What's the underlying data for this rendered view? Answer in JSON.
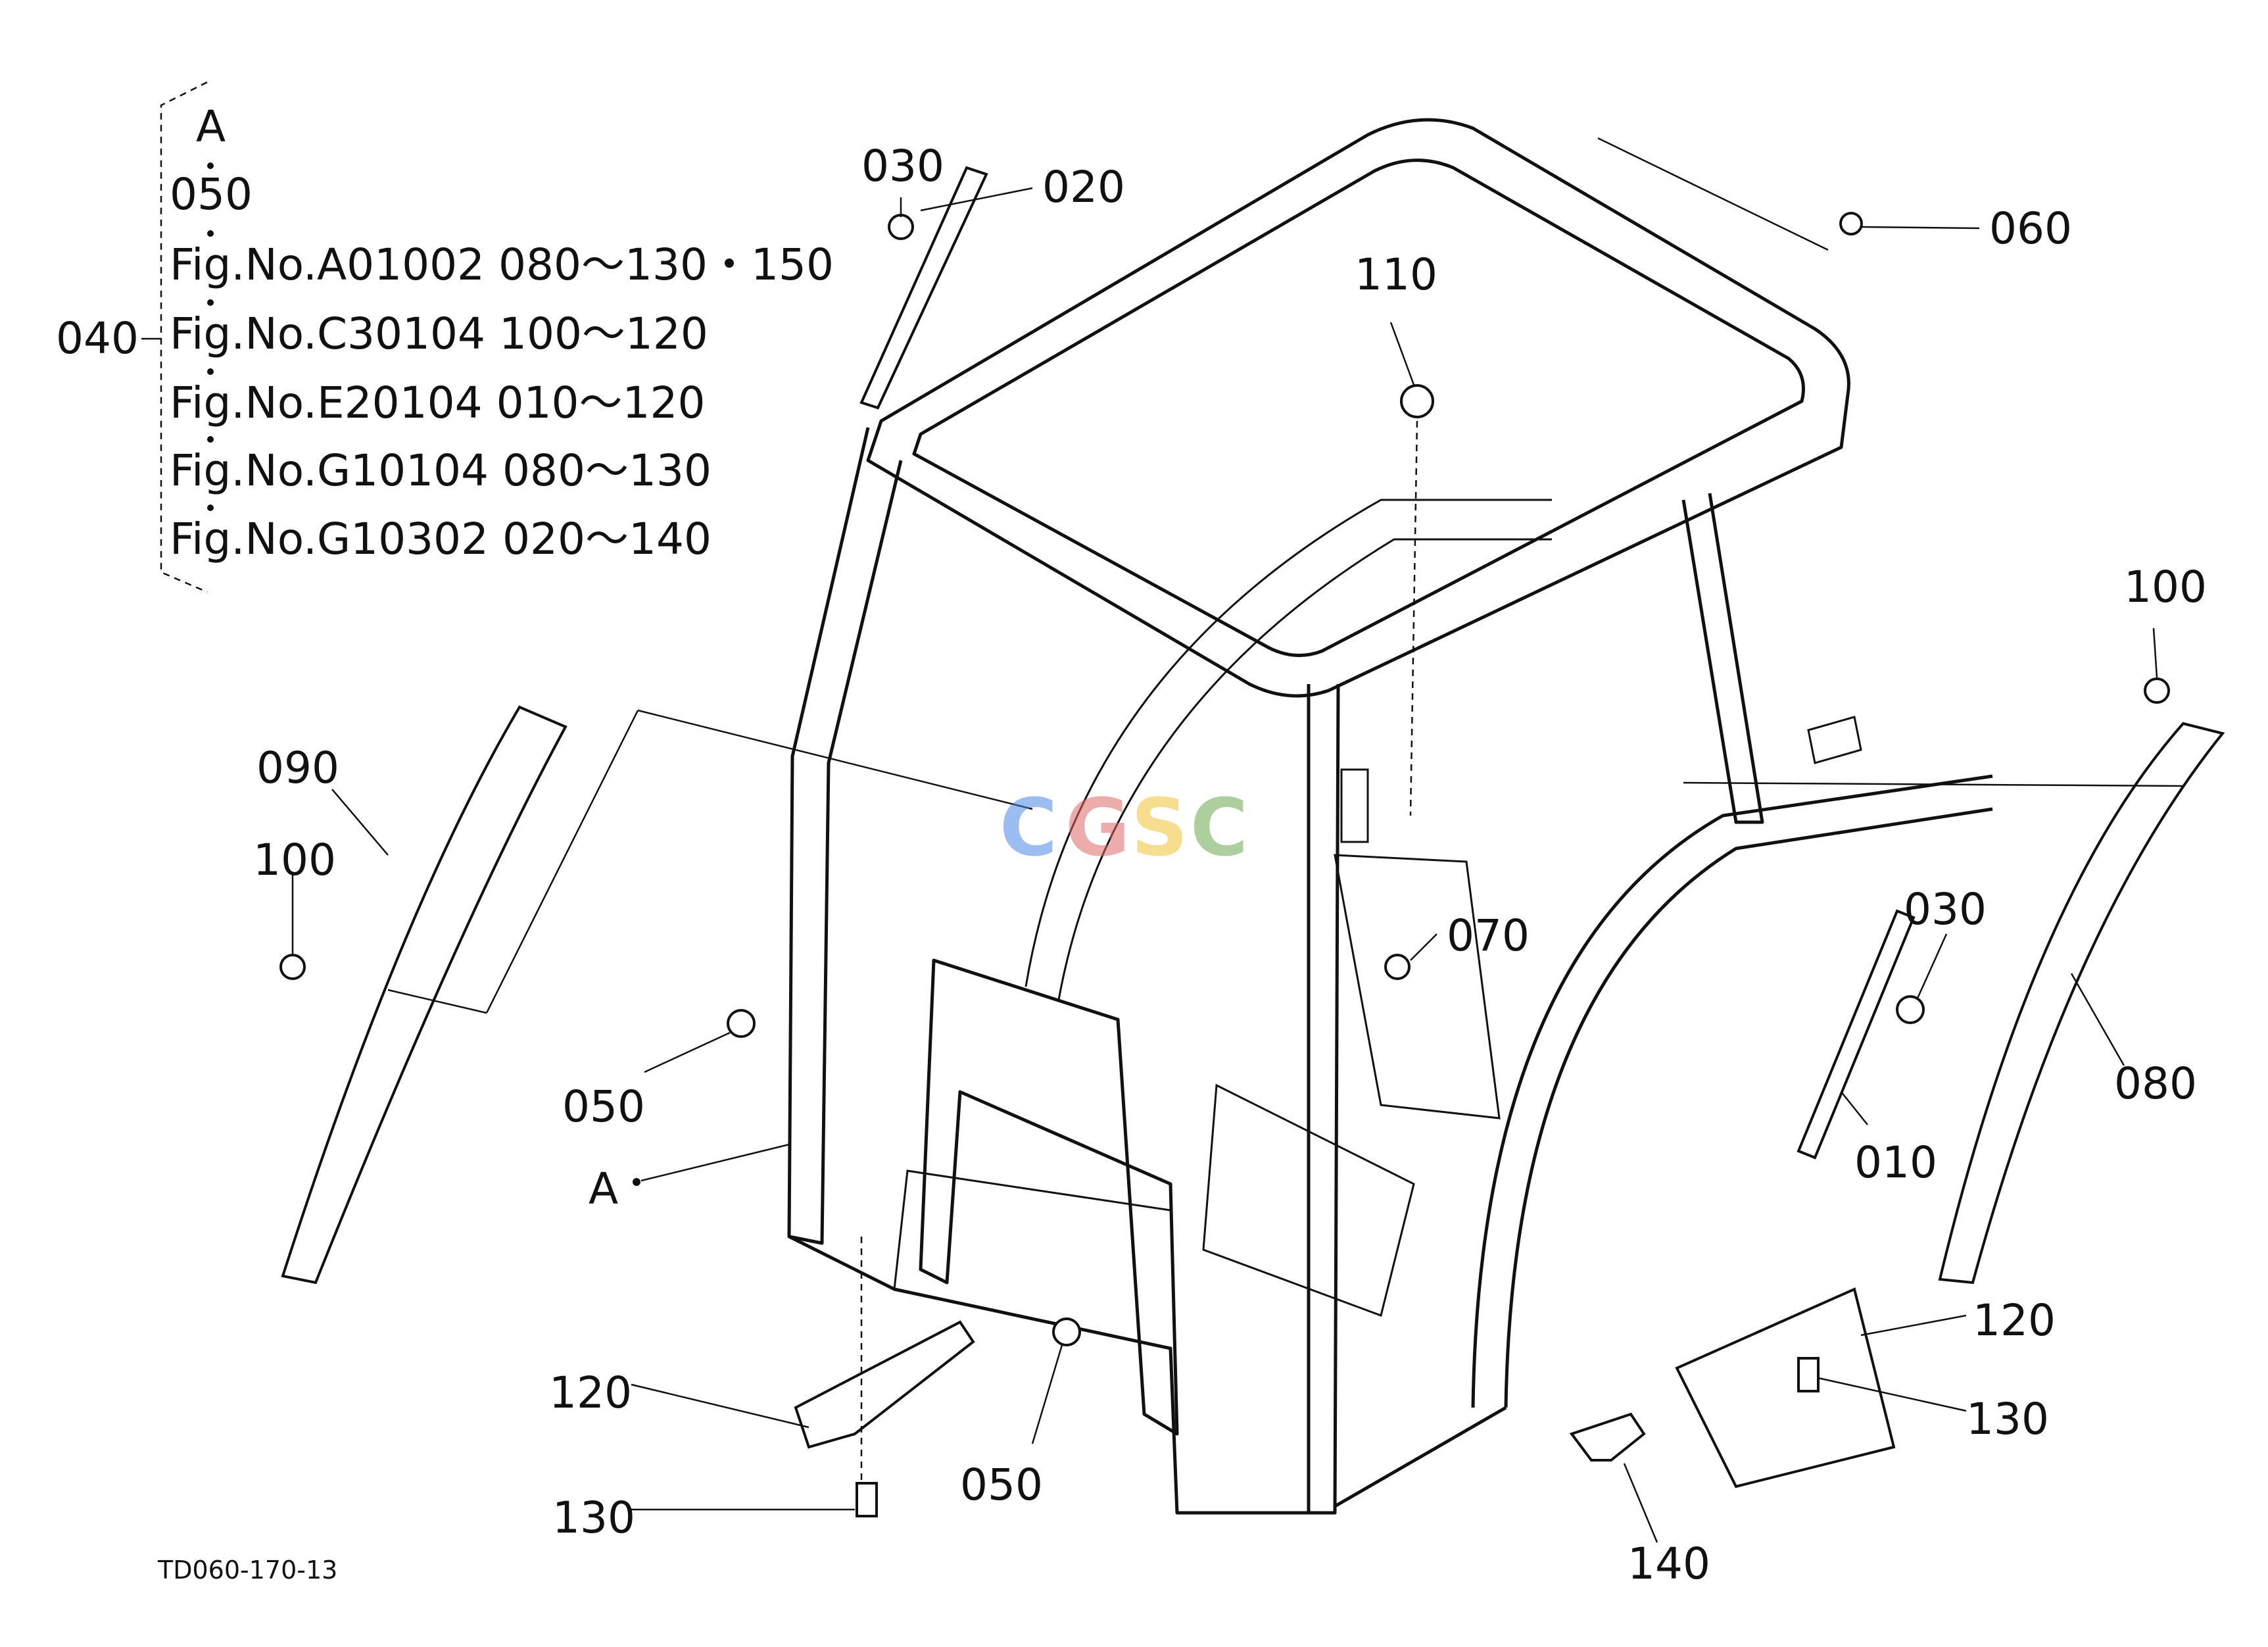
{
  "reference_block": {
    "group_label": "040",
    "lines": [
      "A",
      "050",
      "Fig.No.A01002  080～130・150",
      "Fig.No.C30104  100～120",
      "Fig.No.E20104  010～120",
      "Fig.No.G10104  080～130",
      "Fig.No.G10302  020～140"
    ]
  },
  "callouts": [
    {
      "id": "c010",
      "text": "010"
    },
    {
      "id": "c020",
      "text": "020"
    },
    {
      "id": "c030a",
      "text": "030"
    },
    {
      "id": "c030b",
      "text": "030"
    },
    {
      "id": "c050a",
      "text": "050"
    },
    {
      "id": "c050b",
      "text": "050"
    },
    {
      "id": "c060",
      "text": "060"
    },
    {
      "id": "c070",
      "text": "070"
    },
    {
      "id": "c080",
      "text": "080"
    },
    {
      "id": "c090",
      "text": "090"
    },
    {
      "id": "c100a",
      "text": "100"
    },
    {
      "id": "c100b",
      "text": "100"
    },
    {
      "id": "c110",
      "text": "110"
    },
    {
      "id": "c120a",
      "text": "120"
    },
    {
      "id": "c120b",
      "text": "120"
    },
    {
      "id": "c130a",
      "text": "130"
    },
    {
      "id": "c130b",
      "text": "130"
    },
    {
      "id": "c140",
      "text": "140"
    },
    {
      "id": "cA",
      "text": "A"
    }
  ],
  "figure_code": "TD060-170-13",
  "watermark": {
    "letters": [
      "C",
      "G",
      "S",
      "C"
    ],
    "colors": [
      "#4a86e8",
      "#e06666",
      "#f1c232",
      "#6aa84f"
    ]
  }
}
